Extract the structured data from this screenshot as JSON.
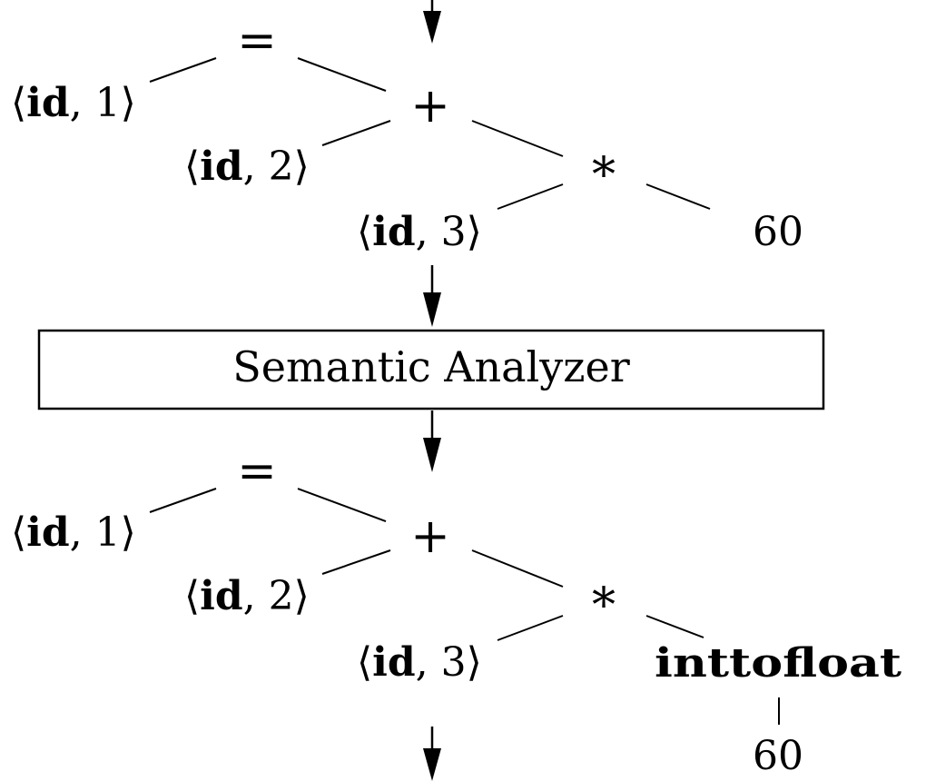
{
  "phase_box": {
    "label": "Semantic Analyzer"
  },
  "tree_before": {
    "nodes": {
      "assign": "=",
      "id1": {
        "name": "id",
        "num": "1"
      },
      "plus": "+",
      "id2": {
        "name": "id",
        "num": "2"
      },
      "times": "*",
      "id3": {
        "name": "id",
        "num": "3"
      },
      "const": "60"
    }
  },
  "tree_after": {
    "nodes": {
      "assign": "=",
      "id1": {
        "name": "id",
        "num": "1"
      },
      "plus": "+",
      "id2": {
        "name": "id",
        "num": "2"
      },
      "times": "*",
      "id3": {
        "name": "id",
        "num": "3"
      },
      "convert": "inttofloat",
      "const": "60"
    }
  }
}
